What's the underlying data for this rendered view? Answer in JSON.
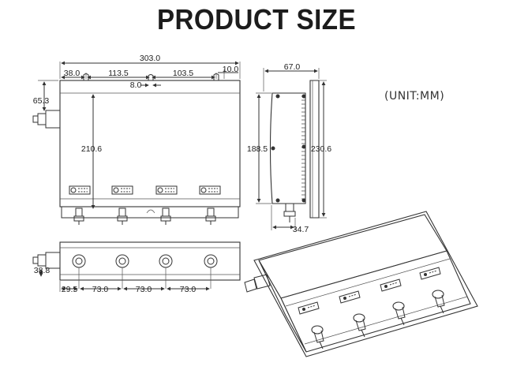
{
  "title": "PRODUCT SIZE",
  "unit": "(UNIT:MM)",
  "dims": {
    "overall_width": "303.0",
    "left_offset": "38.0",
    "mount_span_1": "113.5",
    "mount_span_2": "103.5",
    "right_offset": "10.0",
    "slot_width": "8.0",
    "connector_height": "65.3",
    "body_height": "210.6",
    "depth": "67.0",
    "inner_height": "188.5",
    "outer_height": "230.6",
    "bottom_depth": "34.7",
    "side_height": "38.8",
    "port_offset": "29.5",
    "port_pitch_1": "73.0",
    "port_pitch_2": "73.0",
    "port_pitch_3": "73.0"
  }
}
